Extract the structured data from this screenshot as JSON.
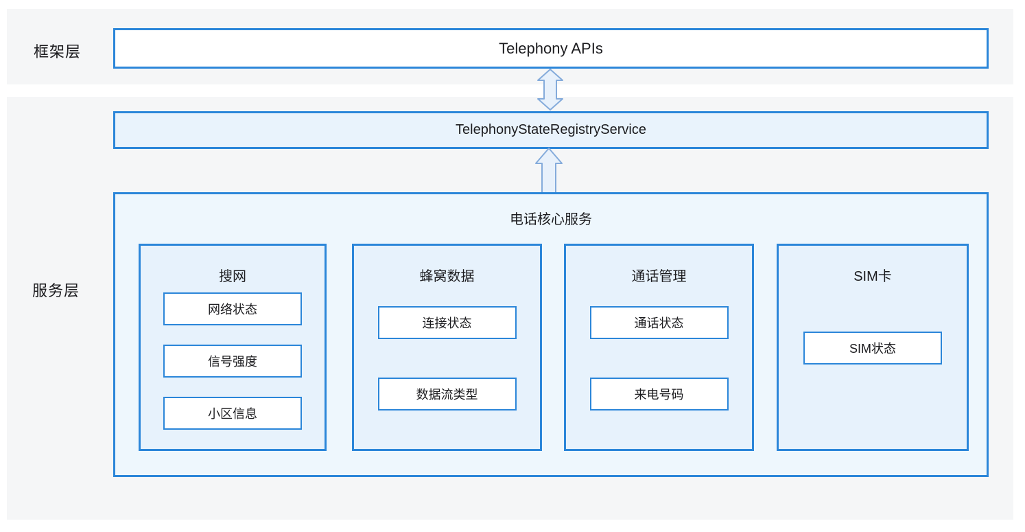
{
  "layers": {
    "framework": {
      "label": "框架层",
      "api_box": "Telephony APIs"
    },
    "service": {
      "label": "服务层",
      "registry_box": "TelephonyStateRegistryService",
      "core": {
        "title": "电话核心服务",
        "groups": [
          {
            "title": "搜网",
            "items": [
              "网络状态",
              "信号强度",
              "小区信息"
            ]
          },
          {
            "title": "蜂窝数据",
            "items": [
              "连接状态",
              "数据流类型"
            ]
          },
          {
            "title": "通话管理",
            "items": [
              "通话状态",
              "来电号码"
            ]
          },
          {
            "title": "SIM卡",
            "items": [
              "SIM状态"
            ]
          }
        ]
      }
    }
  },
  "icons": {
    "bidirectional_arrow": "double-headed-vertical-arrow",
    "up_arrow": "upward-arrow"
  },
  "colors": {
    "border_blue": "#2b86d9",
    "band_gray": "#f5f6f7",
    "registry_fill": "#e9f3fc",
    "core_fill": "#eef7fd",
    "group_fill": "#e7f2fc",
    "arrow_fill": "#e8f1fb",
    "arrow_stroke": "#84abdb",
    "text": "#1c1c1f"
  }
}
